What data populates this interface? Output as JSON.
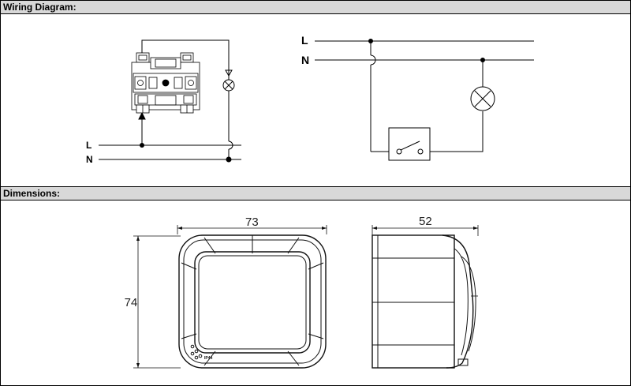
{
  "sections": {
    "wiring": {
      "title": "Wiring Diagram:"
    },
    "dimensions": {
      "title": "Dimensions:"
    }
  },
  "wiring_diagram": {
    "left": {
      "line_label": "L",
      "neutral_label": "N"
    },
    "right": {
      "line_label": "L",
      "neutral_label": "N"
    }
  },
  "dimensions": {
    "front_width": "73",
    "front_height": "74",
    "side_depth": "52"
  },
  "device": {
    "rating_mark": "IP44"
  }
}
